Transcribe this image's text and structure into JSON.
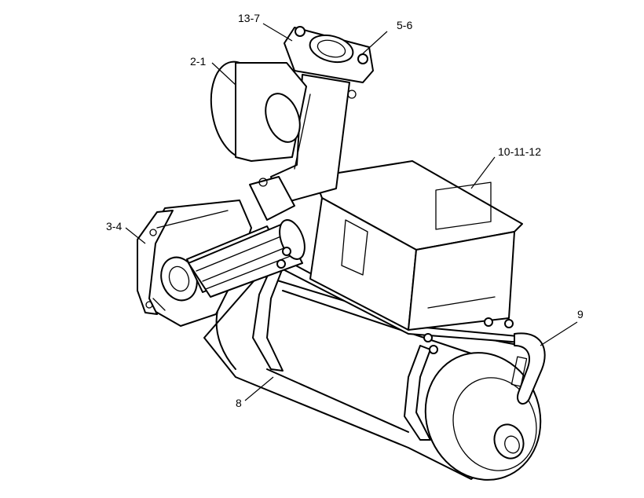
{
  "figure": {
    "callouts": [
      {
        "id": "c1",
        "label": "13-7"
      },
      {
        "id": "c2",
        "label": "5-6"
      },
      {
        "id": "c3",
        "label": "2-1"
      },
      {
        "id": "c4",
        "label": "10-11-12"
      },
      {
        "id": "c5",
        "label": "3-4"
      },
      {
        "id": "c6",
        "label": "9"
      },
      {
        "id": "c7",
        "label": "8"
      }
    ]
  }
}
